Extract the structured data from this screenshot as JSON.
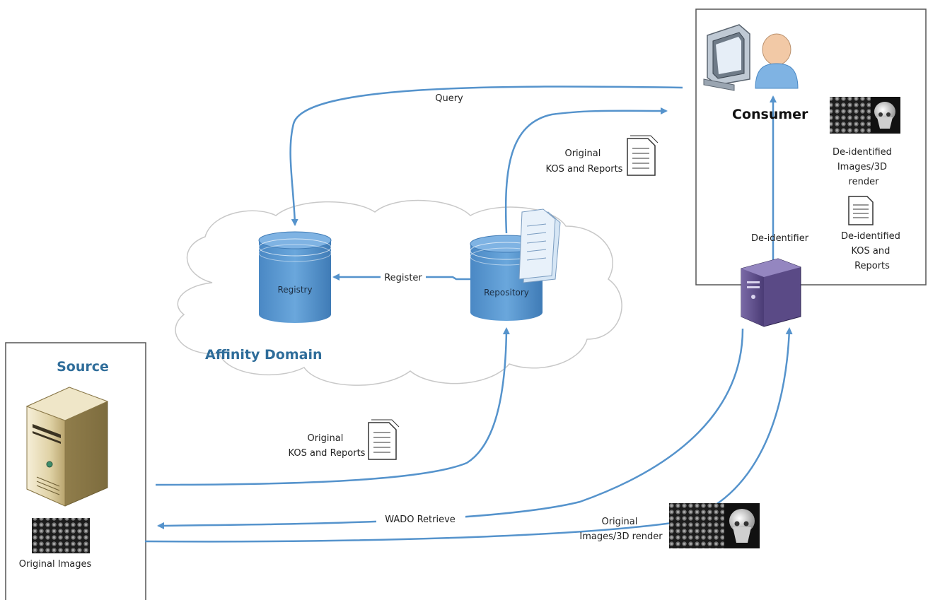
{
  "source": {
    "title": "Source",
    "images_caption": "Original Images"
  },
  "consumer": {
    "title": "Consumer",
    "deid_images_caption": [
      "De-identified",
      "Images/3D",
      "render"
    ],
    "deid_reports_caption": [
      "De-identified",
      "KOS and",
      "Reports"
    ],
    "deidentifier_label": "De-identifier"
  },
  "affinity_domain": {
    "title": "Affinity Domain",
    "registry_label": "Registry",
    "repository_label": "Repository"
  },
  "flows": {
    "query": "Query",
    "register": "Register",
    "wado_retrieve": "WADO Retrieve",
    "repo_to_consumer_docs": [
      "Original",
      "KOS and Reports"
    ],
    "source_to_repo_docs": [
      "Original",
      "KOS and Reports"
    ],
    "original_images_3d": [
      "Original",
      "Images/3D render"
    ]
  },
  "colors": {
    "arrow": "#5593cc",
    "cylinder": "#5b9bd5",
    "source_title": "#2f6d9a",
    "domain_title": "#2f6d9a"
  },
  "icons": [
    "desktop-computer-icon",
    "user-person-icon",
    "server-tower-icon",
    "document-icon",
    "skull-3d-render-icon",
    "image-grid-icon"
  ]
}
